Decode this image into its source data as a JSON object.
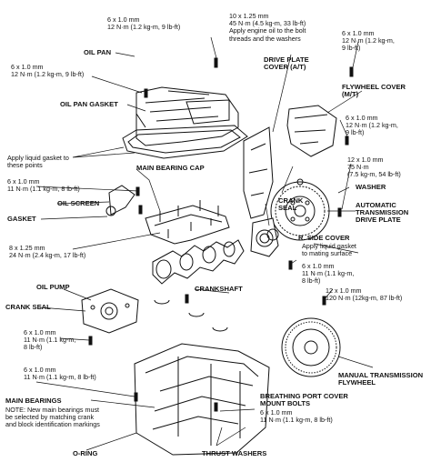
{
  "specs": {
    "oil_pan_bolt": [
      "6 x 1.0 mm",
      "12 N·m (1.2 kg-m, 9 lb-ft)"
    ],
    "pan_left_bolt": [
      "6 x 1.0 mm",
      "12 N·m (1.2 kg-m, 9 lb-ft)"
    ],
    "flywheel_bolt": [
      "10 x 1.25 mm",
      "45 N·m (4.5 kg-m, 33 lb-ft)",
      "Apply engine oil to the bolt",
      "threads and the washers"
    ],
    "top_right_bolt": [
      "6 x 1.0 mm",
      "12 N·m (1.2 kg-m,",
      "9 lb-ft)"
    ],
    "cover_bolt": [
      "6 x 1.0 mm",
      "12 N·m (1.2 kg-m,",
      "9 lb-ft)"
    ],
    "screen_bolt": [
      "6 x 1.0 mm",
      "11 N·m (1.1 kg-m, 8 lb-ft)"
    ],
    "drive_plate_bolt": [
      "12 x 1.0 mm",
      "75 N·m",
      "(7.5 kg-m, 54 lb-ft)"
    ],
    "cap_bolt": [
      "8 x 1.25 mm",
      "24 N·m (2.4 kg-m, 17 lb-ft)"
    ],
    "side_cover_bolt": [
      "6 x 1.0 mm",
      "11 N·m (1.1 kg-m,",
      "8 lb-ft)"
    ],
    "mt_flywheel_bolt": [
      "12 x 1.0 mm",
      "120 N·m (12kg-m, 87 lb-ft)"
    ],
    "pump_bolt": [
      "6 x 1.0 mm",
      "11 N·m (1.1 kg-m,",
      "8 lb-ft)"
    ],
    "lower_left_bolt": [
      "6 x 1.0 mm",
      "11 N·m (1.1 kg-m, 8 lb-ft)"
    ],
    "breathing_bolt": [
      "6 x 1.0 mm",
      "11 N·m (1.1 kg-m, 8 lb-ft)"
    ]
  },
  "labels": {
    "oil_pan": "OIL PAN",
    "oil_pan_gasket": "OIL PAN GASKET",
    "liquid_gasket_note": [
      "Apply liquid gasket to",
      "these points"
    ],
    "drive_plate_cover": [
      "DRIVE PLATE",
      "COVER (A/T)"
    ],
    "flywheel_cover": [
      "FLYWHEEL COVER",
      "(M/T)"
    ],
    "main_bearing_cap": "MAIN BEARING CAP",
    "oil_screen": "OIL SCREEN",
    "gasket": "GASKET",
    "crank_seal_right": [
      "CRANK",
      "SEAL"
    ],
    "washer": "WASHER",
    "automatic_drive_plate": [
      "AUTOMATIC",
      "TRANSMISSION",
      "DRIVE PLATE"
    ],
    "r_side_cover": "R. SIDE COVER",
    "side_cover_note": [
      "Apply liquid gasket",
      "to mating surface"
    ],
    "oil_pump": "OIL PUMP",
    "crankshaft": "CRANKSHAFT",
    "crank_seal_left": "CRANK SEAL",
    "main_bearings": "MAIN BEARINGS",
    "main_bearings_note": [
      "NOTE:  New main bearings must",
      "be selected by matching crank",
      "and block identification markings"
    ],
    "manual_flywheel": [
      "MANUAL TRANSMISSION",
      "FLYWHEEL"
    ],
    "breathing_port": [
      "BREATHING PORT COVER",
      "MOUNT BOLTS"
    ],
    "o_ring": "O-RING",
    "thrust_washers": "THRUST WASHERS"
  }
}
